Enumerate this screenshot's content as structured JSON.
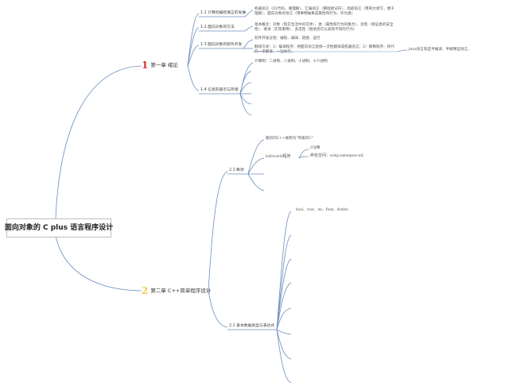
{
  "root": {
    "title": "面向对象的 C plus 语言程序设计"
  },
  "colors": {
    "edge": "#6c8ebf",
    "chapter1_accent": "#d0312d",
    "chapter2_accent": "#f2c94c"
  },
  "chapters": [
    {
      "number": "1",
      "title": "第一章 绪论",
      "sections": [
        {
          "title": "1.1 计算机编程语言的发展",
          "leaves": [
            "机器语言（01代码，难理解）、汇编语言（擅短助记符）、高级语言（用英文易写，便于理解）、面向对象的语言（用事物抽象成属性和行为，作为类）"
          ]
        },
        {
          "title": "1.2 面向对象的方法",
          "leaves": [
            "基本概念：对象（现实生活中的实体）、类（属性和行为的集合）、封装（保证类的安全性）、继承（实现重用）、多态性（继承后可以表现不同的行为）"
          ]
        },
        {
          "title": "1.3 面向对象的软件开发",
          "leaves": [
            "软件开发过程：编程、编译、链接、运行",
            "翻译方式：1）编译程序：将面向语言直接一次性翻译成机器语言；2）解释程序：将代码一条翻译，一边执行。"
          ],
          "note": "Java语言就是半编译、半解释型语言。"
        },
        {
          "title": "1.4 信息的表示与存储",
          "leaves": [
            "计算制：二进制、八进制、十进制、十六进制"
          ]
        }
      ]
    },
    {
      "number": "2",
      "title": "第二章 C++简单程序设计",
      "sections": [
        {
          "title": "2.1 概述",
          "leaves": [
            "最初的C++被称为\"带类的C\"",
            "helloworld程序"
          ],
          "sub": [
            "//注释",
            "命名空间：using namespace std;"
          ]
        },
        {
          "title": "2.2 基本数据类型与表达式",
          "leaves": [
            "bool、char、int、float、double"
          ]
        }
      ]
    }
  ]
}
